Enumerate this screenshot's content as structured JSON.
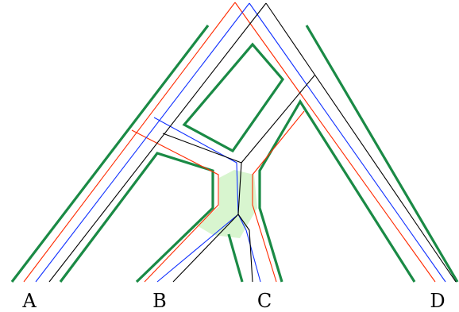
{
  "diagram": {
    "leaf_labels": [
      "A",
      "B",
      "C",
      "D"
    ],
    "colors": {
      "host_tree": "#1a8a45",
      "highlight": "#d8f5cf",
      "gene_red": "#ff2a00",
      "gene_blue": "#1030ff",
      "gene_black": "#000000"
    }
  }
}
